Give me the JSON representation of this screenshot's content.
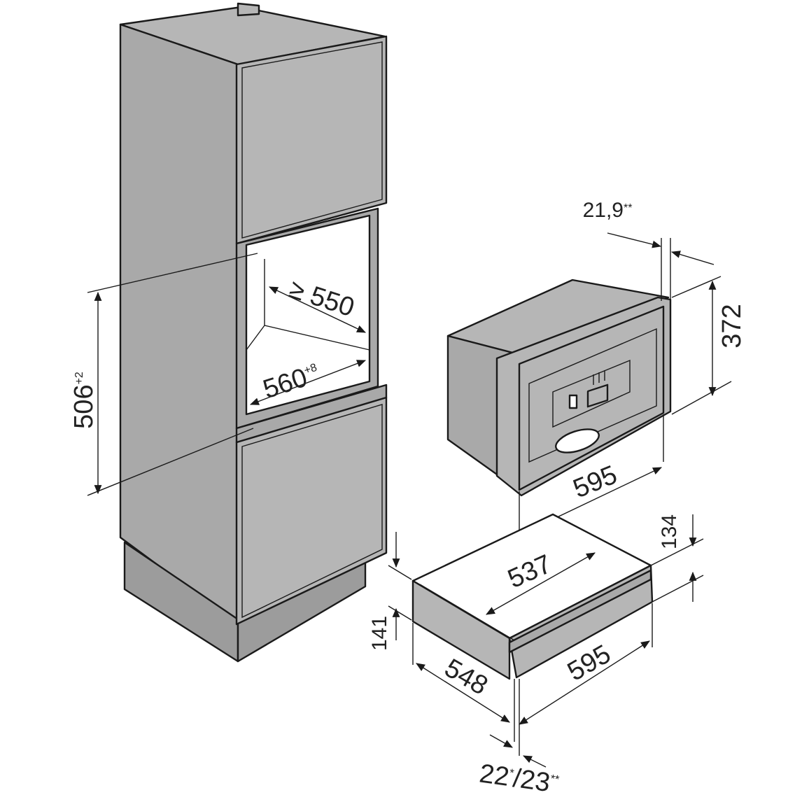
{
  "dimensions": {
    "niche_height": "506",
    "niche_height_tol": "+2",
    "niche_depth": "≥ 550",
    "niche_width": "560",
    "niche_width_tol": "+8",
    "machine_gap": "21,9",
    "machine_gap_mark": "**",
    "machine_height": "372",
    "machine_width": "595",
    "drawer_front_height": "134",
    "drawer_inner_width": "537",
    "drawer_height": "141",
    "drawer_depth": "548",
    "drawer_width": "595",
    "front_offset_a": "22",
    "front_offset_a_mark": "*",
    "front_offset_sep": "/",
    "front_offset_b": "23",
    "front_offset_b_mark": "**"
  }
}
